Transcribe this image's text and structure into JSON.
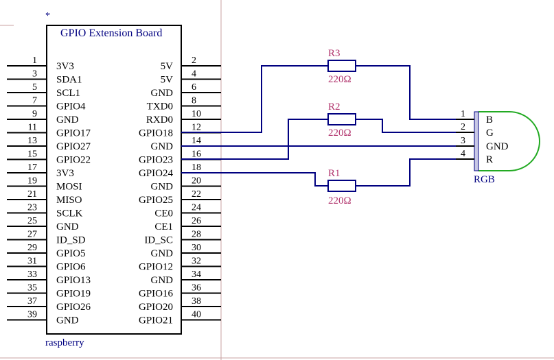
{
  "board": {
    "marker": "*",
    "title": "GPIO Extension Board",
    "name": "raspberry",
    "left_pins": [
      {
        "num": "1",
        "label": "3V3"
      },
      {
        "num": "3",
        "label": "SDA1"
      },
      {
        "num": "5",
        "label": "SCL1"
      },
      {
        "num": "7",
        "label": "GPIO4"
      },
      {
        "num": "9",
        "label": "GND"
      },
      {
        "num": "11",
        "label": "GPIO17"
      },
      {
        "num": "13",
        "label": "GPIO27"
      },
      {
        "num": "15",
        "label": "GPIO22"
      },
      {
        "num": "17",
        "label": "3V3"
      },
      {
        "num": "19",
        "label": "MOSI"
      },
      {
        "num": "21",
        "label": "MISO"
      },
      {
        "num": "23",
        "label": "SCLK"
      },
      {
        "num": "25",
        "label": "GND"
      },
      {
        "num": "27",
        "label": "ID_SD"
      },
      {
        "num": "29",
        "label": "GPIO5"
      },
      {
        "num": "31",
        "label": "GPIO6"
      },
      {
        "num": "33",
        "label": "GPIO13"
      },
      {
        "num": "35",
        "label": "GPIO19"
      },
      {
        "num": "37",
        "label": "GPIO26"
      },
      {
        "num": "39",
        "label": "GND"
      }
    ],
    "right_pins": [
      {
        "num": "2",
        "label": "5V"
      },
      {
        "num": "4",
        "label": "5V"
      },
      {
        "num": "6",
        "label": "GND"
      },
      {
        "num": "8",
        "label": "TXD0"
      },
      {
        "num": "10",
        "label": "RXD0"
      },
      {
        "num": "12",
        "label": "GPIO18"
      },
      {
        "num": "14",
        "label": "GND"
      },
      {
        "num": "16",
        "label": "GPIO23"
      },
      {
        "num": "18",
        "label": "GPIO24"
      },
      {
        "num": "20",
        "label": "GND"
      },
      {
        "num": "22",
        "label": "GPIO25"
      },
      {
        "num": "24",
        "label": "CE0"
      },
      {
        "num": "26",
        "label": "CE1"
      },
      {
        "num": "28",
        "label": "ID_SC"
      },
      {
        "num": "30",
        "label": "GND"
      },
      {
        "num": "32",
        "label": "GPIO12"
      },
      {
        "num": "34",
        "label": "GND"
      },
      {
        "num": "36",
        "label": "GPIO16"
      },
      {
        "num": "38",
        "label": "GPIO20"
      },
      {
        "num": "40",
        "label": "GPIO21"
      }
    ]
  },
  "resistors": {
    "r3": {
      "ref": "R3",
      "value": "220Ω"
    },
    "r2": {
      "ref": "R2",
      "value": "220Ω"
    },
    "r1": {
      "ref": "R1",
      "value": "220Ω"
    }
  },
  "led": {
    "name": "RGB",
    "pins": [
      {
        "num": "1",
        "label": "B"
      },
      {
        "num": "2",
        "label": "G"
      },
      {
        "num": "3",
        "label": "GND"
      },
      {
        "num": "4",
        "label": "R"
      }
    ]
  },
  "colors": {
    "wire": "#000080",
    "pin": "#000000",
    "component_label": "#b0306a",
    "led_body": "#22aa22",
    "text": "#000000",
    "ref_text": "#000080",
    "sheet_border": "#c8a0a0"
  }
}
